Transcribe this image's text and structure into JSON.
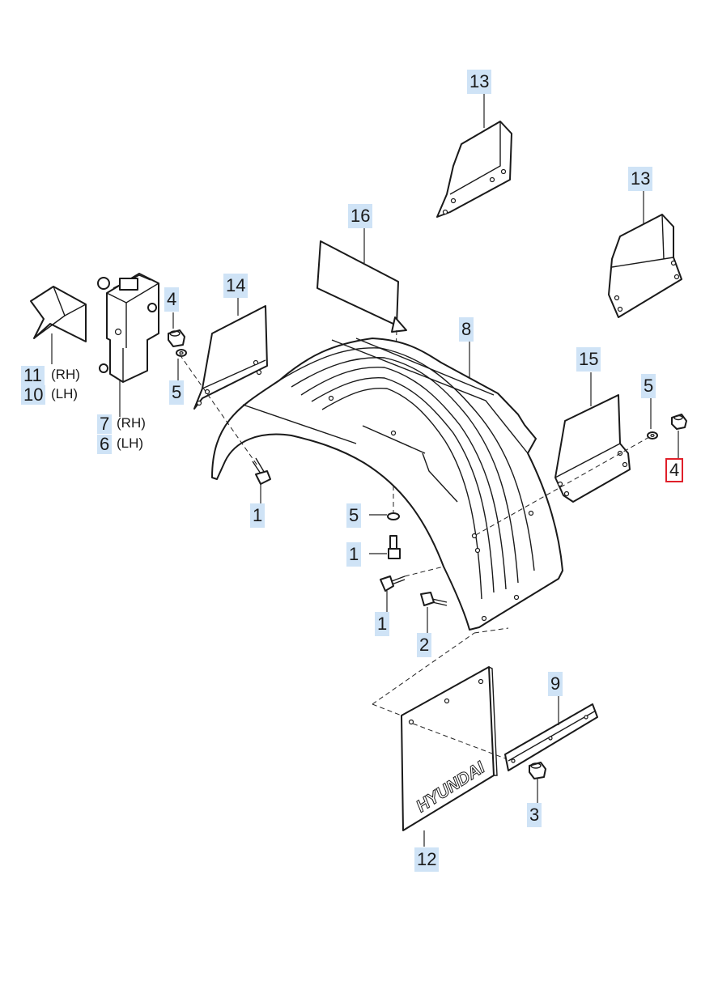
{
  "callouts": [
    {
      "id": "c13a",
      "label": "13"
    },
    {
      "id": "c13b",
      "label": "13"
    },
    {
      "id": "c16",
      "label": "16"
    },
    {
      "id": "c4a",
      "label": "4"
    },
    {
      "id": "c14",
      "label": "14"
    },
    {
      "id": "c5a",
      "label": "5"
    },
    {
      "id": "c8",
      "label": "8"
    },
    {
      "id": "c15",
      "label": "15"
    },
    {
      "id": "c5b",
      "label": "5"
    },
    {
      "id": "c4b",
      "label": "4",
      "selected": true
    },
    {
      "id": "c11",
      "label": "11"
    },
    {
      "id": "c10",
      "label": "10"
    },
    {
      "id": "c7",
      "label": "7"
    },
    {
      "id": "c6",
      "label": "6"
    },
    {
      "id": "c1a",
      "label": "1"
    },
    {
      "id": "c5c",
      "label": "5"
    },
    {
      "id": "c1b",
      "label": "1"
    },
    {
      "id": "c1c",
      "label": "1"
    },
    {
      "id": "c2",
      "label": "2"
    },
    {
      "id": "c9",
      "label": "9"
    },
    {
      "id": "c3",
      "label": "3"
    },
    {
      "id": "c12",
      "label": "12"
    }
  ],
  "side_labels": {
    "rh1": "(RH)",
    "lh1": "(LH)",
    "rh2": "(RH)",
    "lh2": "(LH)"
  },
  "mudflap_brand": "HYUNDAI",
  "colors": {
    "callout_bg": "#cfe3f6",
    "selected_border": "#e0202a",
    "line": "#1a1a1a"
  }
}
